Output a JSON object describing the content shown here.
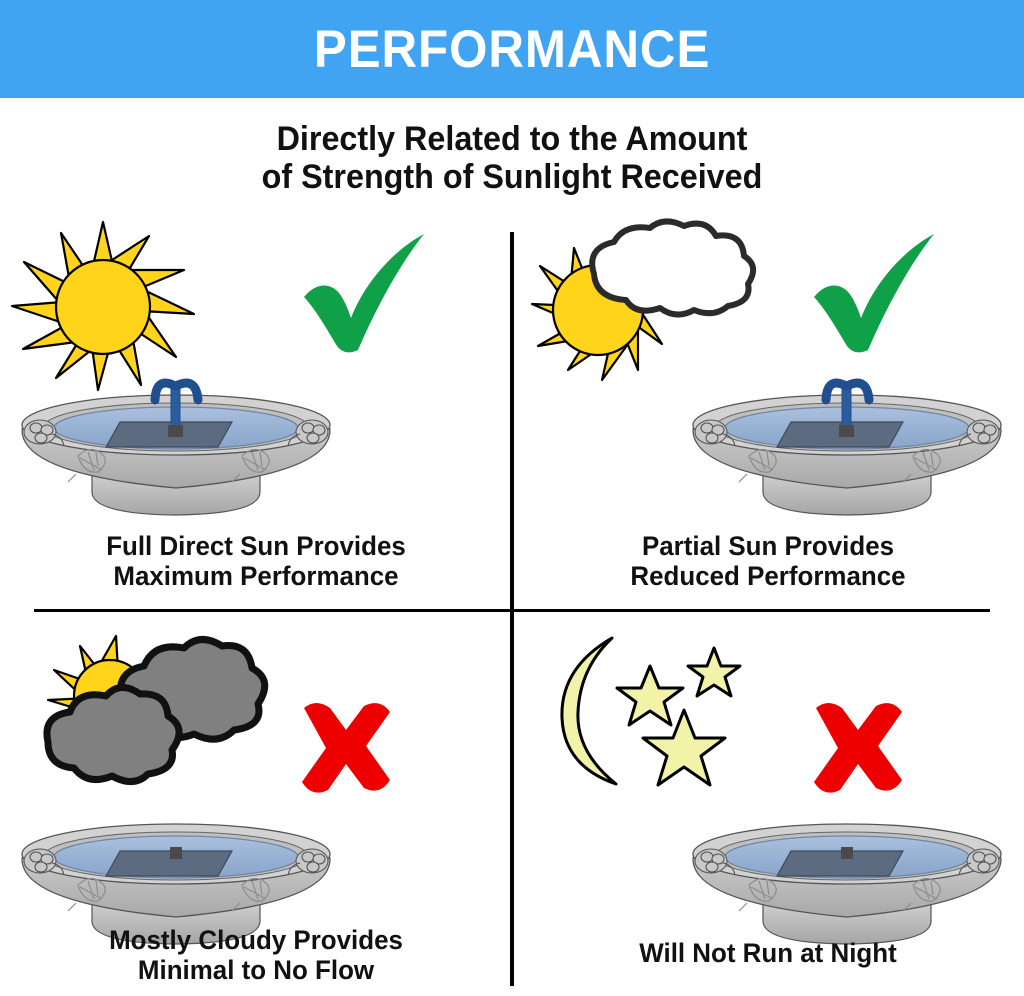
{
  "header": {
    "title": "PERFORMANCE",
    "background_color": "#41a4f2",
    "text_color": "#ffffff"
  },
  "subtitle": {
    "line1": "Directly Related to the Amount",
    "line2": "of Strength of Sunlight Received"
  },
  "colors": {
    "banner_blue": "#41a4f2",
    "sun_yellow": "#ffd41a",
    "cloud_white": "#ffffff",
    "cloud_gray": "#808080",
    "moon_yellow": "#f2f2a8",
    "check_green": "#0fa048",
    "x_red": "#ee0000",
    "stone_gray": "#bdbdbd",
    "water_blue": "#9db7d9",
    "panel_dark": "#5c6b80",
    "spout_blue": "#1f4f8f",
    "outline_black": "#000000"
  },
  "panels": [
    {
      "id": "top-left",
      "weather_icon": "full-sun-icon",
      "mark_icon": "green-check-icon",
      "mark_type": "check",
      "fountain": {
        "spout": true,
        "label": "solar-fountain-running"
      },
      "caption_line1": "Full Direct Sun Provides",
      "caption_line2": "Maximum Performance"
    },
    {
      "id": "top-right",
      "weather_icon": "sun-behind-cloud-icon",
      "mark_icon": "green-check-icon",
      "mark_type": "check",
      "fountain": {
        "spout": true,
        "label": "solar-fountain-running"
      },
      "caption_line1": "Partial Sun Provides",
      "caption_line2": "Reduced Performance"
    },
    {
      "id": "bottom-left",
      "weather_icon": "dark-clouds-icon",
      "mark_icon": "red-x-icon",
      "mark_type": "x",
      "fountain": {
        "spout": false,
        "label": "solar-fountain-idle"
      },
      "caption_line1": "Mostly Cloudy Provides",
      "caption_line2": "Minimal to No Flow"
    },
    {
      "id": "bottom-right",
      "weather_icon": "moon-and-stars-icon",
      "mark_icon": "red-x-icon",
      "mark_type": "x",
      "fountain": {
        "spout": false,
        "label": "solar-fountain-idle"
      },
      "caption_line1": "Will Not Run at Night",
      "caption_line2": ""
    }
  ]
}
